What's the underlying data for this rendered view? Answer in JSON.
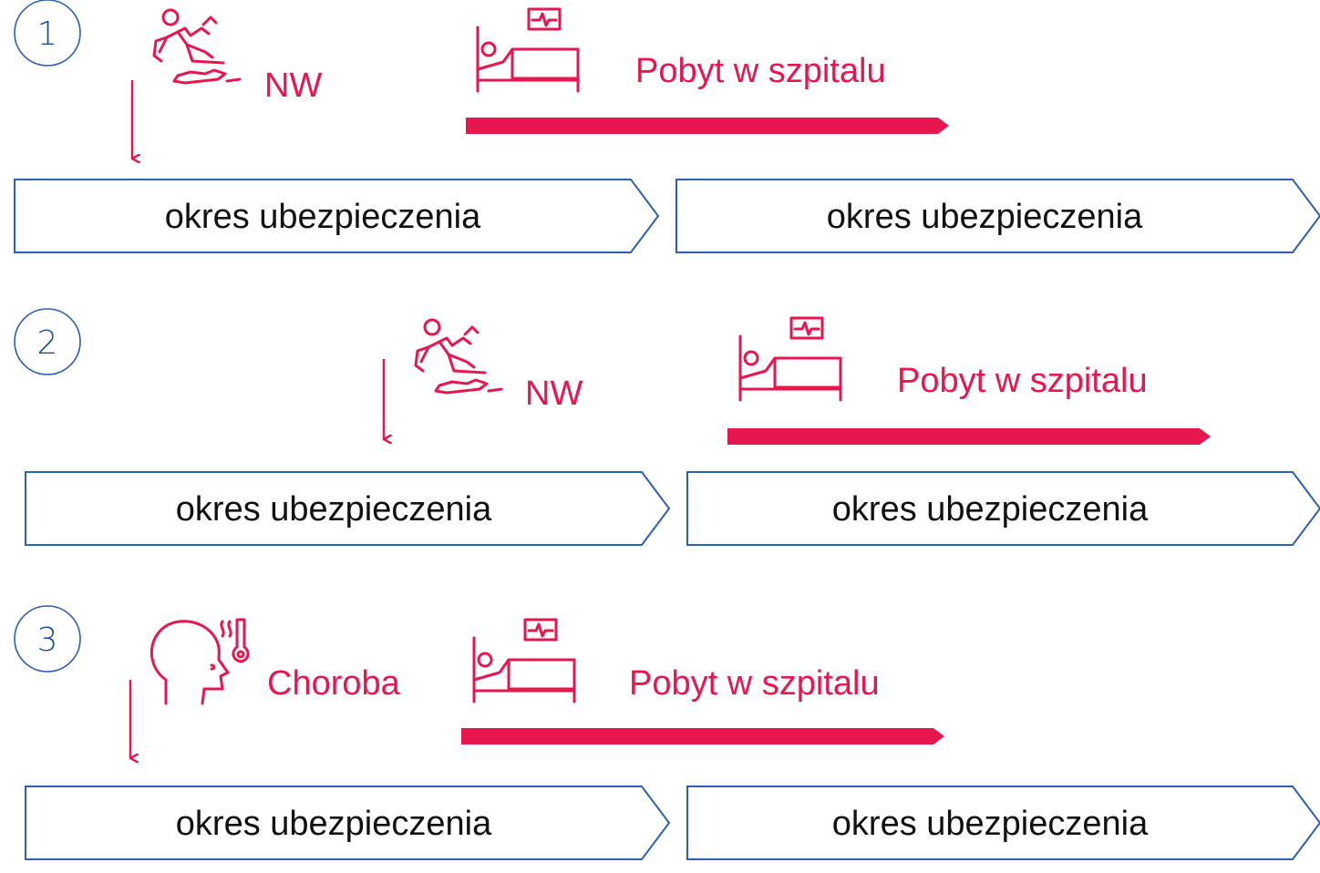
{
  "colors": {
    "accent": "#e8164f",
    "outline": "#2b5fb8",
    "text": "#111111"
  },
  "scenarios": [
    {
      "number": "1",
      "event_icon": "accident-fall-icon",
      "event_label": "NW",
      "hospital_icon": "hospital-bed-icon",
      "hospital_label": "Pobyt w szpitalu",
      "periods": [
        "okres ubezpieczenia",
        "okres ubezpieczenia"
      ]
    },
    {
      "number": "2",
      "event_icon": "accident-fall-icon",
      "event_label": "NW",
      "hospital_icon": "hospital-bed-icon",
      "hospital_label": "Pobyt w szpitalu",
      "periods": [
        "okres ubezpieczenia",
        "okres ubezpieczenia"
      ]
    },
    {
      "number": "3",
      "event_icon": "sick-person-fever-icon",
      "event_label": "Choroba",
      "hospital_icon": "hospital-bed-icon",
      "hospital_label": "Pobyt w szpitalu",
      "periods": [
        "okres ubezpieczenia",
        "okres ubezpieczenia"
      ]
    }
  ]
}
